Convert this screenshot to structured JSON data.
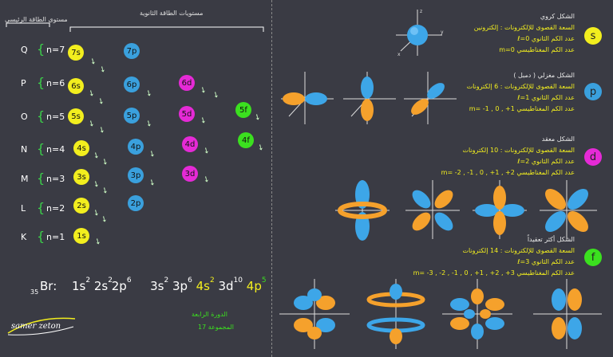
{
  "header": {
    "main_level": "مستوى الطاقة الرئيسي",
    "sub_levels": "مستويات الطاقة الثانوية"
  },
  "shells": [
    {
      "letter": "Q",
      "n": "n=7"
    },
    {
      "letter": "P",
      "n": "n=6"
    },
    {
      "letter": "O",
      "n": "n=5"
    },
    {
      "letter": "N",
      "n": "n=4"
    },
    {
      "letter": "M",
      "n": "n=3"
    },
    {
      "letter": "L",
      "n": "n=2"
    },
    {
      "letter": "K",
      "n": "n=1"
    }
  ],
  "orbitals": {
    "s7": "7s",
    "s6": "6s",
    "s5": "5s",
    "s4": "4s",
    "s3": "3s",
    "s2": "2s",
    "s1": "1s",
    "p7": "7p",
    "p6": "6p",
    "p5": "5p",
    "p4": "4p",
    "p3": "3p",
    "p2": "2p",
    "d6": "6d",
    "d5": "5d",
    "d4": "4d",
    "d3": "3d",
    "f5": "5f",
    "f4": "4f"
  },
  "config": {
    "atomic_number": "35",
    "symbol": "Br:",
    "t1": "1s",
    "t1e": "2",
    "t2": "2s",
    "t2e": "2",
    "t3": "2p",
    "t3e": "6",
    "t4": "3s",
    "t4e": "2",
    "t5": "3p",
    "t5e": "6",
    "t6": "4s",
    "t6e": "2",
    "t7": "3d",
    "t7e": "10",
    "t8": "4p",
    "t8e": "5"
  },
  "period_group": {
    "period": "الدورة الرابعة",
    "group": "المجموعة 17"
  },
  "logo": "samer zeton",
  "sections": {
    "s": {
      "letter": "s",
      "shape": "الشكل كروي",
      "capacity": "السعة القصوى للإلكترونات : إلكترونين",
      "l": "عدد الكم الثانوي ℓ=0",
      "m": "عدد الكم المغناطيسي m=0"
    },
    "p": {
      "letter": "p",
      "shape": "الشكل مغزلي ( دمبل )",
      "capacity": "السعة القصوى للإلكترونات : 6 إلكترونات",
      "l": "عدد الكم الثانوي ℓ=1",
      "m": "عدد الكم المغناطيسي m= -1 , 0 , +1"
    },
    "d": {
      "letter": "d",
      "shape": "الشكل معقد",
      "capacity": "السعة القصوى للإلكترونات : 10 إلكترونات",
      "l": "عدد الكم الثانوي ℓ=2",
      "m": "عدد الكم المغناطيسي m= -2 , -1 , 0 , +1 , +2"
    },
    "f": {
      "letter": "f",
      "shape": "الشكل أكثر تعقيداً",
      "capacity": "السعة القصوى للإلكترونات : 14 إلكترونات",
      "l": "عدد الكم الثانوي ℓ=3",
      "m": "عدد الكم المغناطيسي m= -3 , -2 , -1 , 0 , +1 , +2 , +3"
    }
  },
  "colors": {
    "yellow": "#f2ee1e",
    "blue": "#3aa0dd",
    "magenta": "#e52ad6",
    "green": "#3be01f",
    "orange": "#f5a12c",
    "lobe_blue": "#3da6e8"
  }
}
